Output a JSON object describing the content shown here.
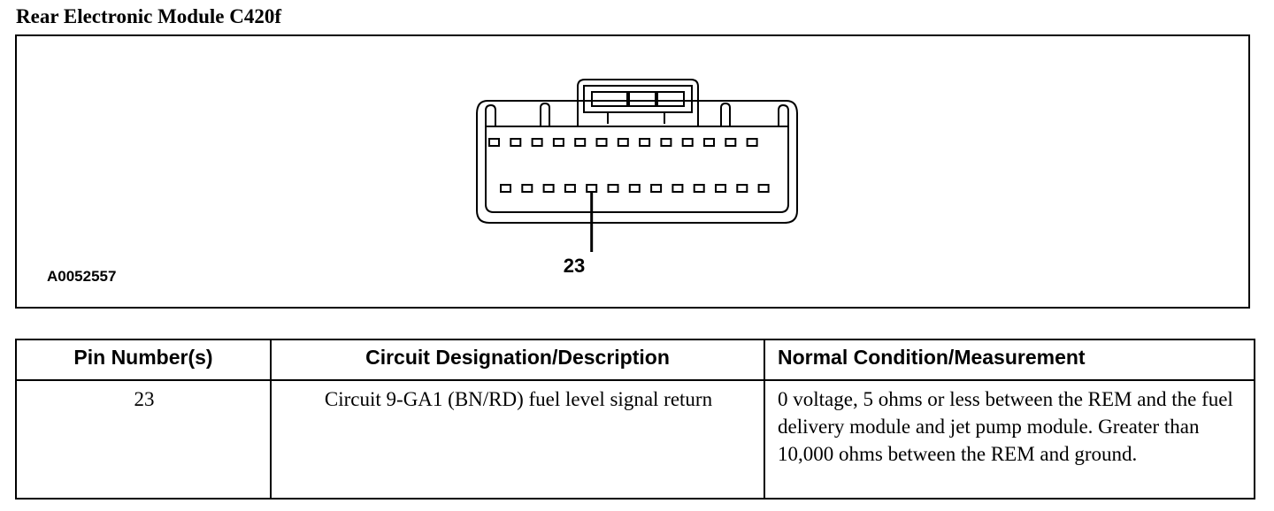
{
  "document": {
    "title": "Rear Electronic Module C420f"
  },
  "figure": {
    "id": "A0052557",
    "callout_pin": "23",
    "connector": {
      "top_row_pin_count": 13,
      "bottom_row_pin_count": 13,
      "callout_row": "bottom",
      "callout_index": 4
    }
  },
  "table": {
    "headers": [
      "Pin Number(s)",
      "Circuit Designation/Description",
      "Normal Condition/Measurement"
    ],
    "rows": [
      {
        "pin": "23",
        "circuit": "Circuit 9-GA1 (BN/RD) fuel level signal return",
        "condition": "0 voltage, 5 ohms or less between the REM and the fuel delivery module and jet pump module. Greater than 10,000 ohms between the REM and ground."
      }
    ]
  }
}
